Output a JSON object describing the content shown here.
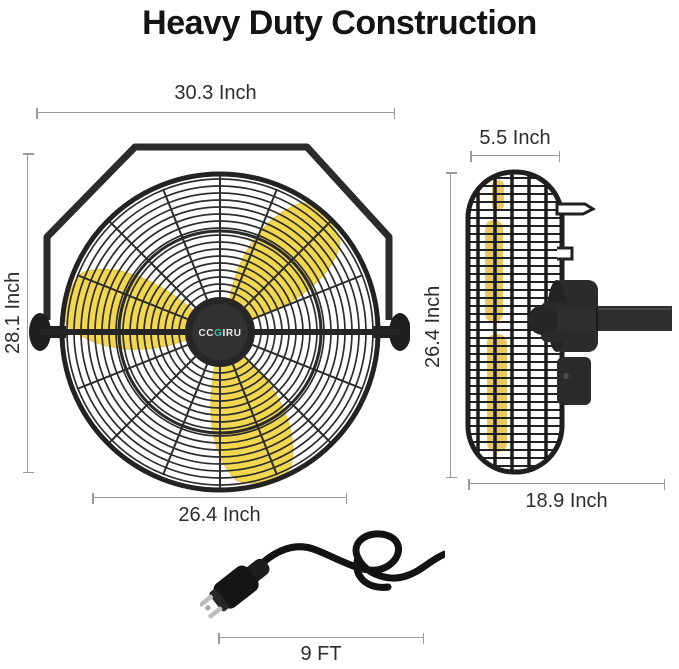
{
  "title": "Heavy Duty Construction",
  "front_view": {
    "top_width_label": "30.3 Inch",
    "height_label": "28.1 Inch",
    "bottom_width_label": "26.4 Inch",
    "hub_logo": {
      "part1": "CC",
      "part2": "G",
      "part3": "IRU"
    }
  },
  "side_view": {
    "depth_label": "5.5 Inch",
    "height_label": "26.4 Inch",
    "bottom_width_label": "18.9 Inch"
  },
  "power_cord": {
    "length_label": "9 FT"
  },
  "colors": {
    "blade_yellow": "#F3D74F",
    "blade_gold_side": "#E9C962",
    "cage_black": "#262626",
    "logo_teal": "#2FBFAE",
    "dimension_gray": "#9A9A9A",
    "text_dark": "#2D2D2D"
  }
}
